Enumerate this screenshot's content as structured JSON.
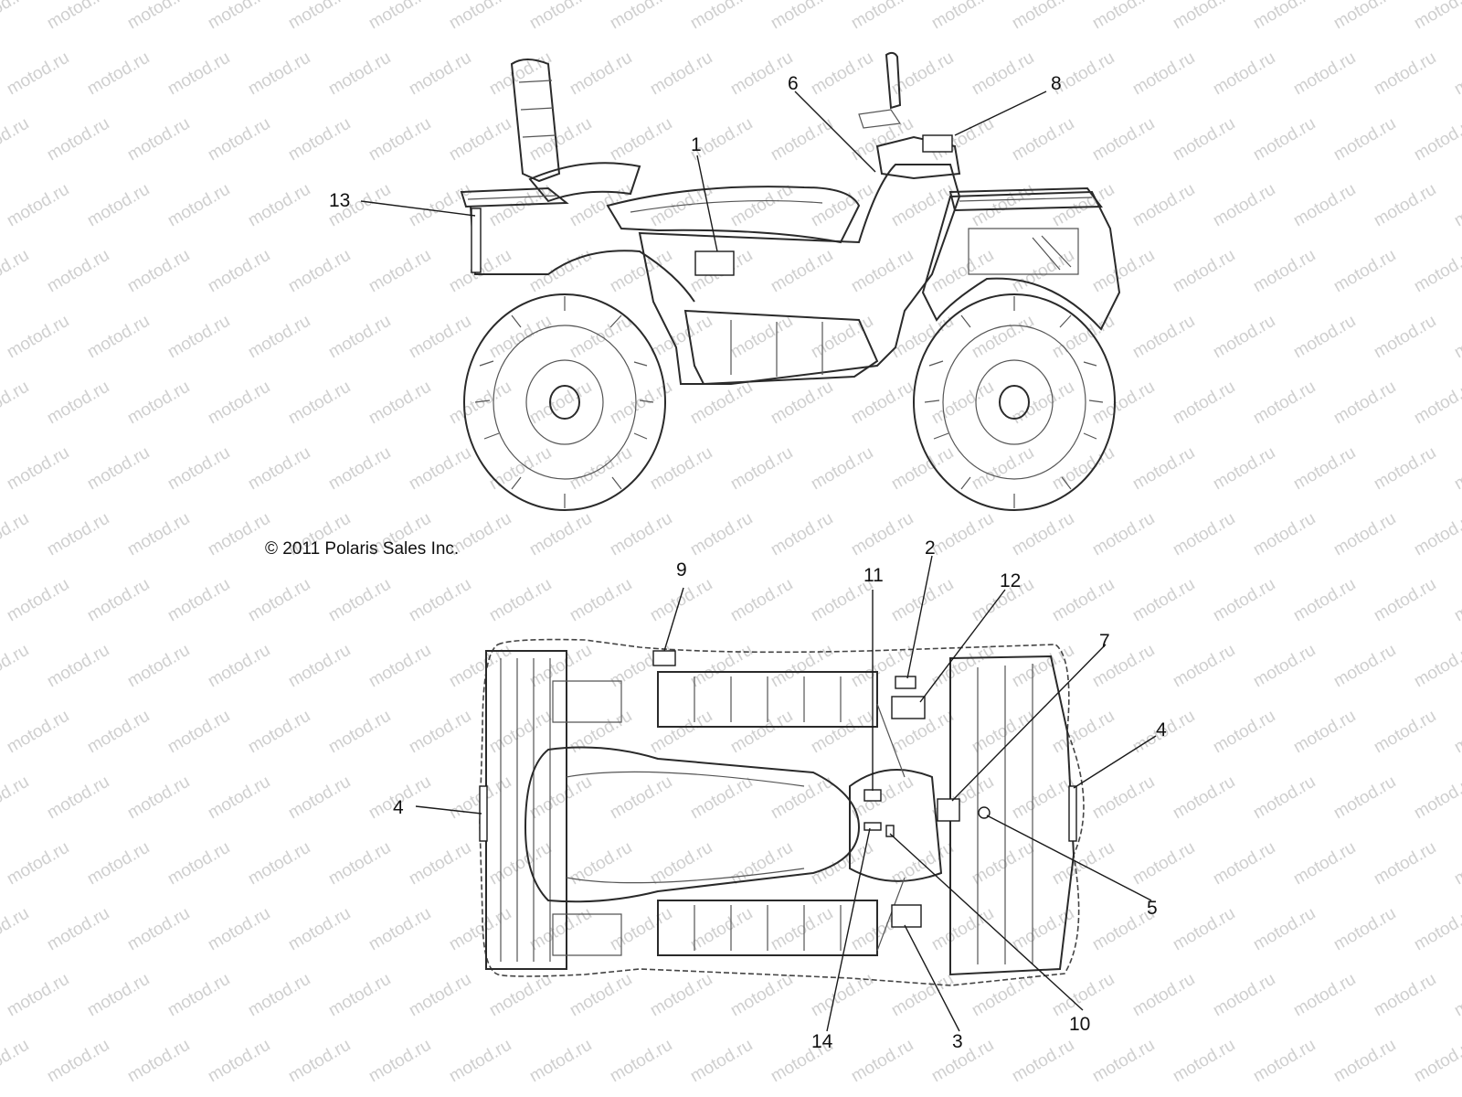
{
  "copyright": "© 2011 Polaris Sales Inc.",
  "watermark_text": "motod.ru",
  "callouts": {
    "side": [
      "1",
      "6",
      "8",
      "13"
    ],
    "top": [
      "2",
      "3",
      "4",
      "4",
      "5",
      "7",
      "9",
      "10",
      "11",
      "12",
      "14"
    ]
  },
  "colors": {
    "line": "#1a1a1a",
    "watermark": "#cfcfcf",
    "background": "#ffffff"
  }
}
